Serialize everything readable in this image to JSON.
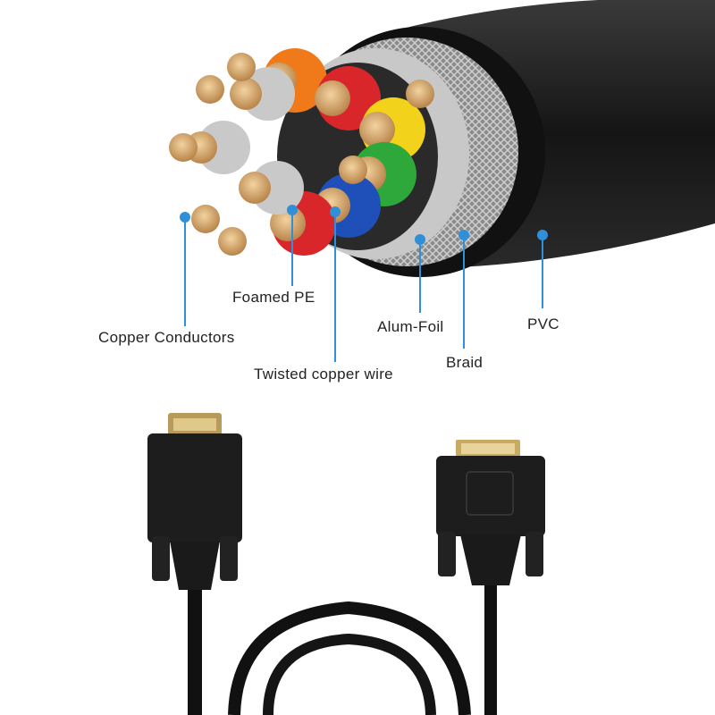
{
  "labels": {
    "foamed_pe": "Foamed PE",
    "copper_conductors": "Copper Conductors",
    "twisted_copper_wire": "Twisted copper wire",
    "alum_foil": "Alum-Foil",
    "braid": "Braid",
    "pvc": "PVC"
  },
  "colors": {
    "callout": "#2f8fd8",
    "jacket": "#1c1c1c",
    "copper": "#d9a86a",
    "wire_insulation": [
      "#f07a1a",
      "#d8262a",
      "#f2d21a",
      "#2ea83a",
      "#1f4fb8",
      "#c9c9c9"
    ]
  }
}
